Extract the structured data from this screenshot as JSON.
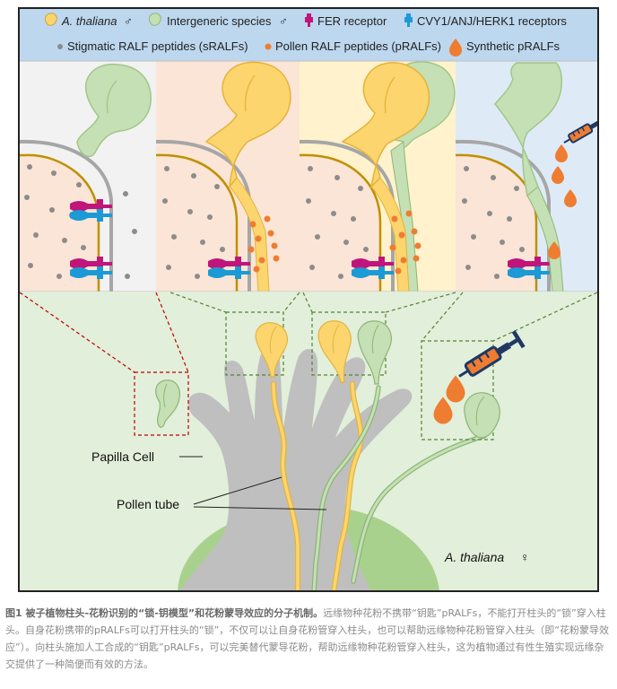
{
  "legend": {
    "row1": {
      "a_thaliana_male": "A. thaliana",
      "male_symbol": "♂",
      "intergeneric_male": "Intergeneric species",
      "male_symbol_2": "♂",
      "fer_receptor": "FER receptor",
      "cvy1_receptors": "CVY1/ANJ/HERK1 receptors"
    },
    "row2": {
      "sralfs": "Stigmatic RALF peptides (sRALFs)",
      "pralfs": "Pollen RALF peptides (pRALFs)",
      "synthetic": "Synthetic pRALFs"
    }
  },
  "labels": {
    "papilla_cell": "Papilla Cell",
    "pollen_tube": "Pollen tube",
    "a_thaliana_female": "A. thaliana",
    "female_symbol": "♀"
  },
  "colors": {
    "pollen_arabidopsis": "#fcd56e",
    "pollen_intergeneric": "#c5e0b4",
    "fer_magenta": "#c0157a",
    "cvy1_blue": "#1c9ad6",
    "pralf_orange": "#ee7d31",
    "sralf_gray": "#8c8c8c",
    "legend_bg": "#bdd7ee",
    "bottom_bg": "#e2efda"
  },
  "caption": {
    "lead": "图1 被子植物柱头-花粉识别的“锁-钥模型”和花粉蒙导效应的分子机制。",
    "body": "远缘物种花粉不携带“钥匙”pRALFs，不能打开柱头的“锁”穿入柱头。自身花粉携带的pRALFs可以打开柱头的“锁”，不仅可以让自身花粉管穿入柱头，也可以帮助远缘物种花粉管穿入柱头（即“花粉蒙导效应”）。向柱头施加人工合成的“钥匙”pRALFs，可以完美替代蒙导花粉，帮助远缘物种花粉管穿入柱头，这为植物通过有性生殖实现远缘杂交提供了一种简便而有效的方法。"
  }
}
